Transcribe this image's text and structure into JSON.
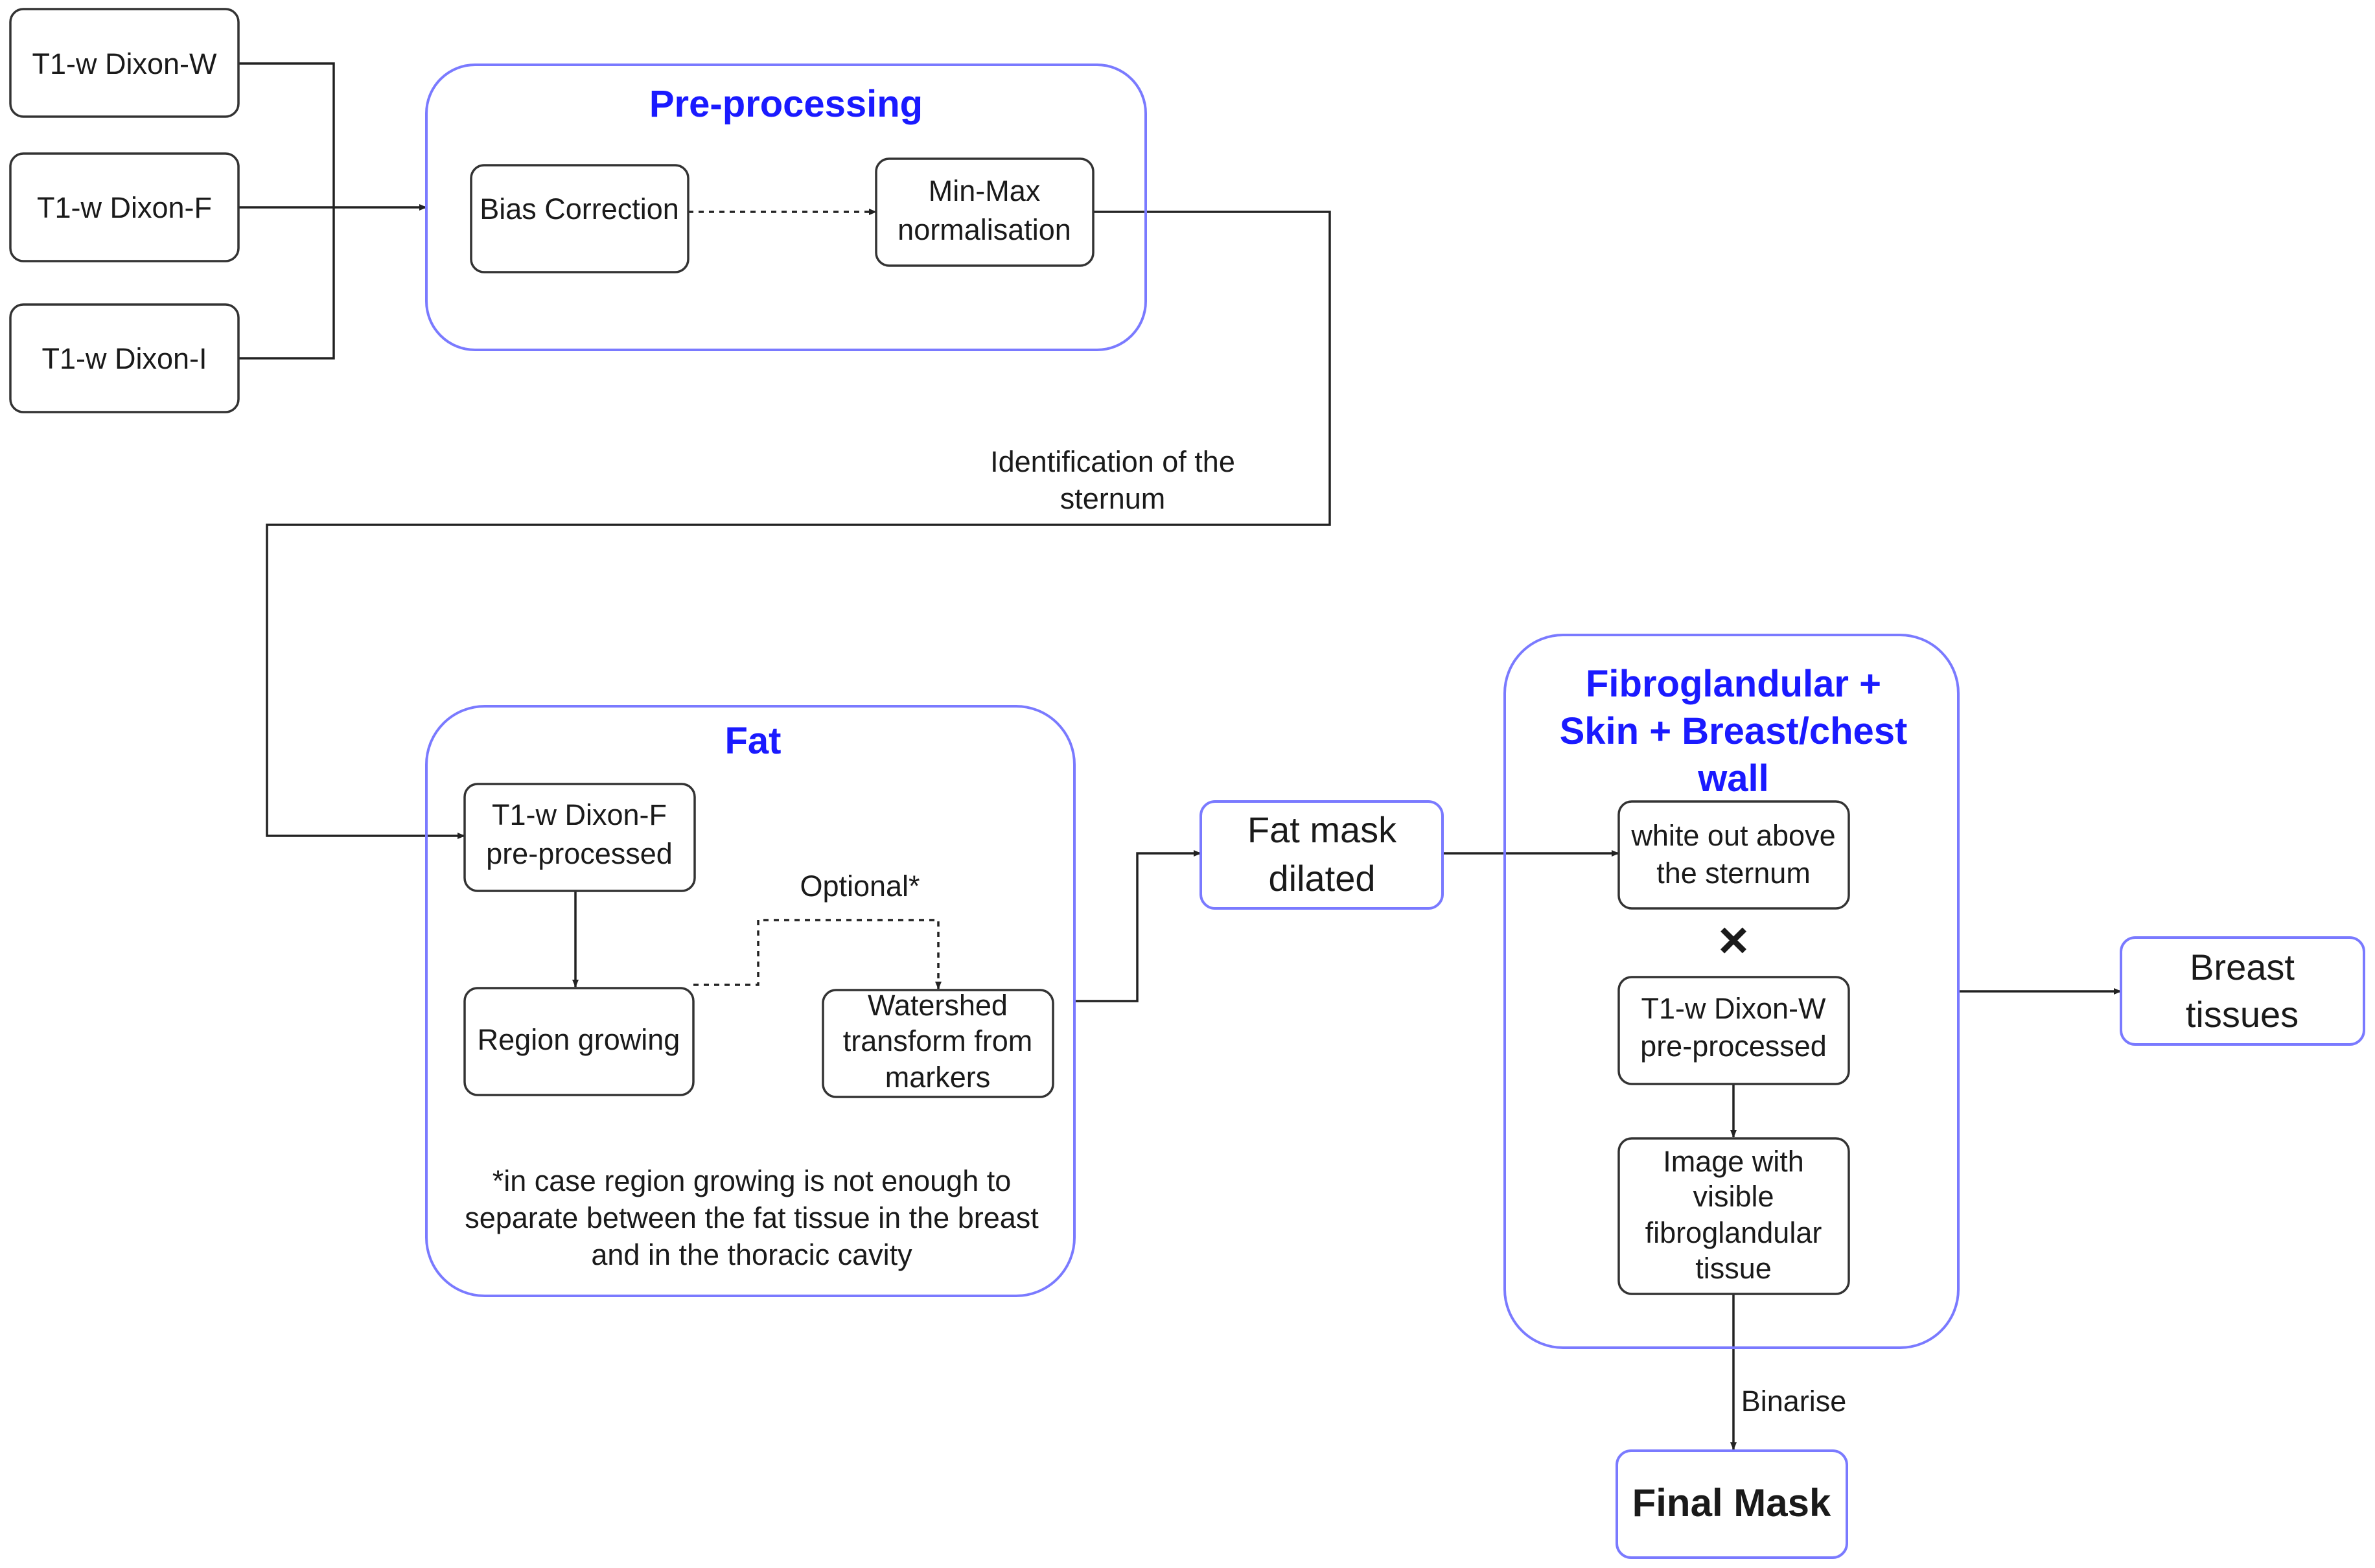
{
  "colors": {
    "accent": "#1a1aff",
    "group_border": "#7a7aff",
    "node_border": "#333333",
    "line": "#222222"
  },
  "inputs": {
    "dixon_w": "T1-w Dixon-W",
    "dixon_f": "T1-w Dixon-F",
    "dixon_i": "T1-w Dixon-I"
  },
  "preprocessing": {
    "title": "Pre-processing",
    "bias_correction": "Bias Correction",
    "minmax": [
      "Min-Max",
      "normalisation"
    ]
  },
  "edge_labels": {
    "sternum": [
      "Identification of the",
      "sternum"
    ],
    "optional": "Optional*",
    "binarise": "Binarise"
  },
  "fat": {
    "title": "Fat",
    "dixon_f_pre": [
      "T1-w Dixon-F",
      "pre-processed"
    ],
    "region_growing": "Region growing",
    "watershed": [
      "Watershed",
      "transform from",
      "markers"
    ],
    "footnote": [
      "*in case region growing is not enough to",
      "separate between the fat tissue in the breast",
      "and in the thoracic cavity"
    ]
  },
  "fat_mask": [
    "Fat mask",
    "dilated"
  ],
  "fibro": {
    "title": [
      "Fibroglandular +",
      "Skin + Breast/chest",
      "wall"
    ],
    "white_out": [
      "white out above",
      "the sternum"
    ],
    "multiply": "×",
    "dixon_w_pre": [
      "T1-w Dixon-W",
      "pre-processed"
    ],
    "image_visible": [
      "Image with",
      "visible",
      "fibroglandular",
      "tissue"
    ]
  },
  "breast_tissues": [
    "Breast",
    "tissues"
  ],
  "final_mask": "Final Mask"
}
